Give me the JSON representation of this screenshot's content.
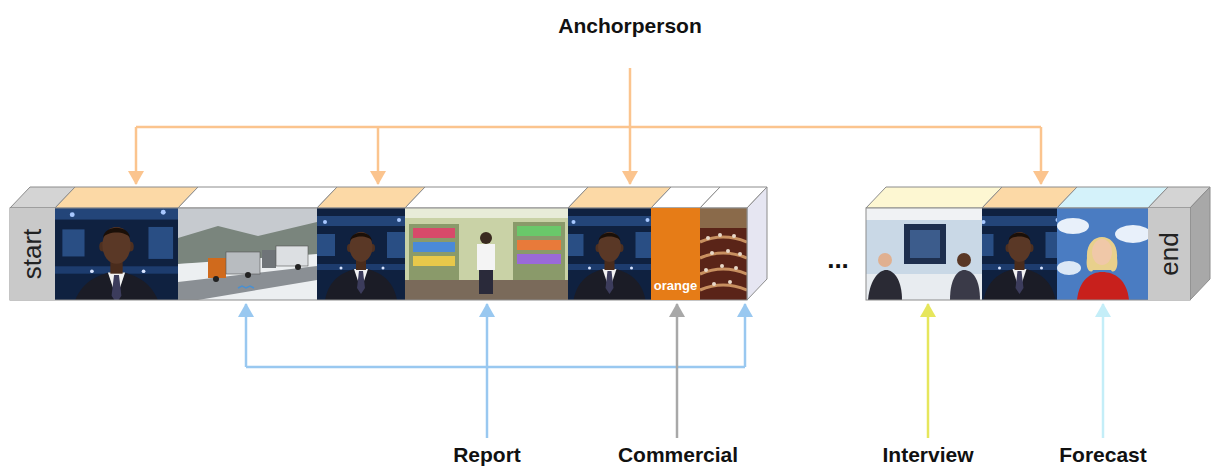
{
  "diagram": {
    "nodes": [
      {
        "text": [
          "start"
        ]
      },
      {
        "text": [
          "orange"
        ]
      },
      {
        "text": [
          "end"
        ]
      }
    ],
    "labels": [
      "Anchorperson",
      "Report",
      "Commercial",
      "...",
      "Interview",
      "Forecast"
    ]
  }
}
